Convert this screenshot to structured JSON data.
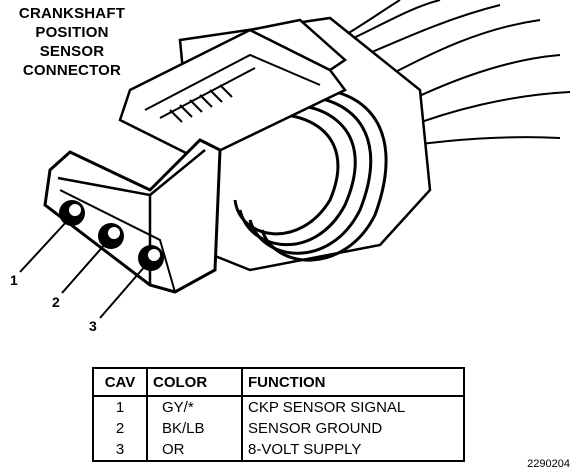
{
  "title": {
    "lines": [
      "CRANKSHAFT",
      "POSITION",
      "SENSOR",
      "CONNECTOR"
    ]
  },
  "pins": [
    {
      "label": "1"
    },
    {
      "label": "2"
    },
    {
      "label": "3"
    }
  ],
  "table": {
    "headers": {
      "cav": "CAV",
      "color": "COLOR",
      "function": "FUNCTION"
    },
    "rows": [
      {
        "cav": "1",
        "color": "GY/*",
        "function": "CKP SENSOR SIGNAL"
      },
      {
        "cav": "2",
        "color": "BK/LB",
        "function": "SENSOR GROUND"
      },
      {
        "cav": "3",
        "color": "OR",
        "function": "8-VOLT SUPPLY"
      }
    ]
  },
  "figure_number": "2290204"
}
